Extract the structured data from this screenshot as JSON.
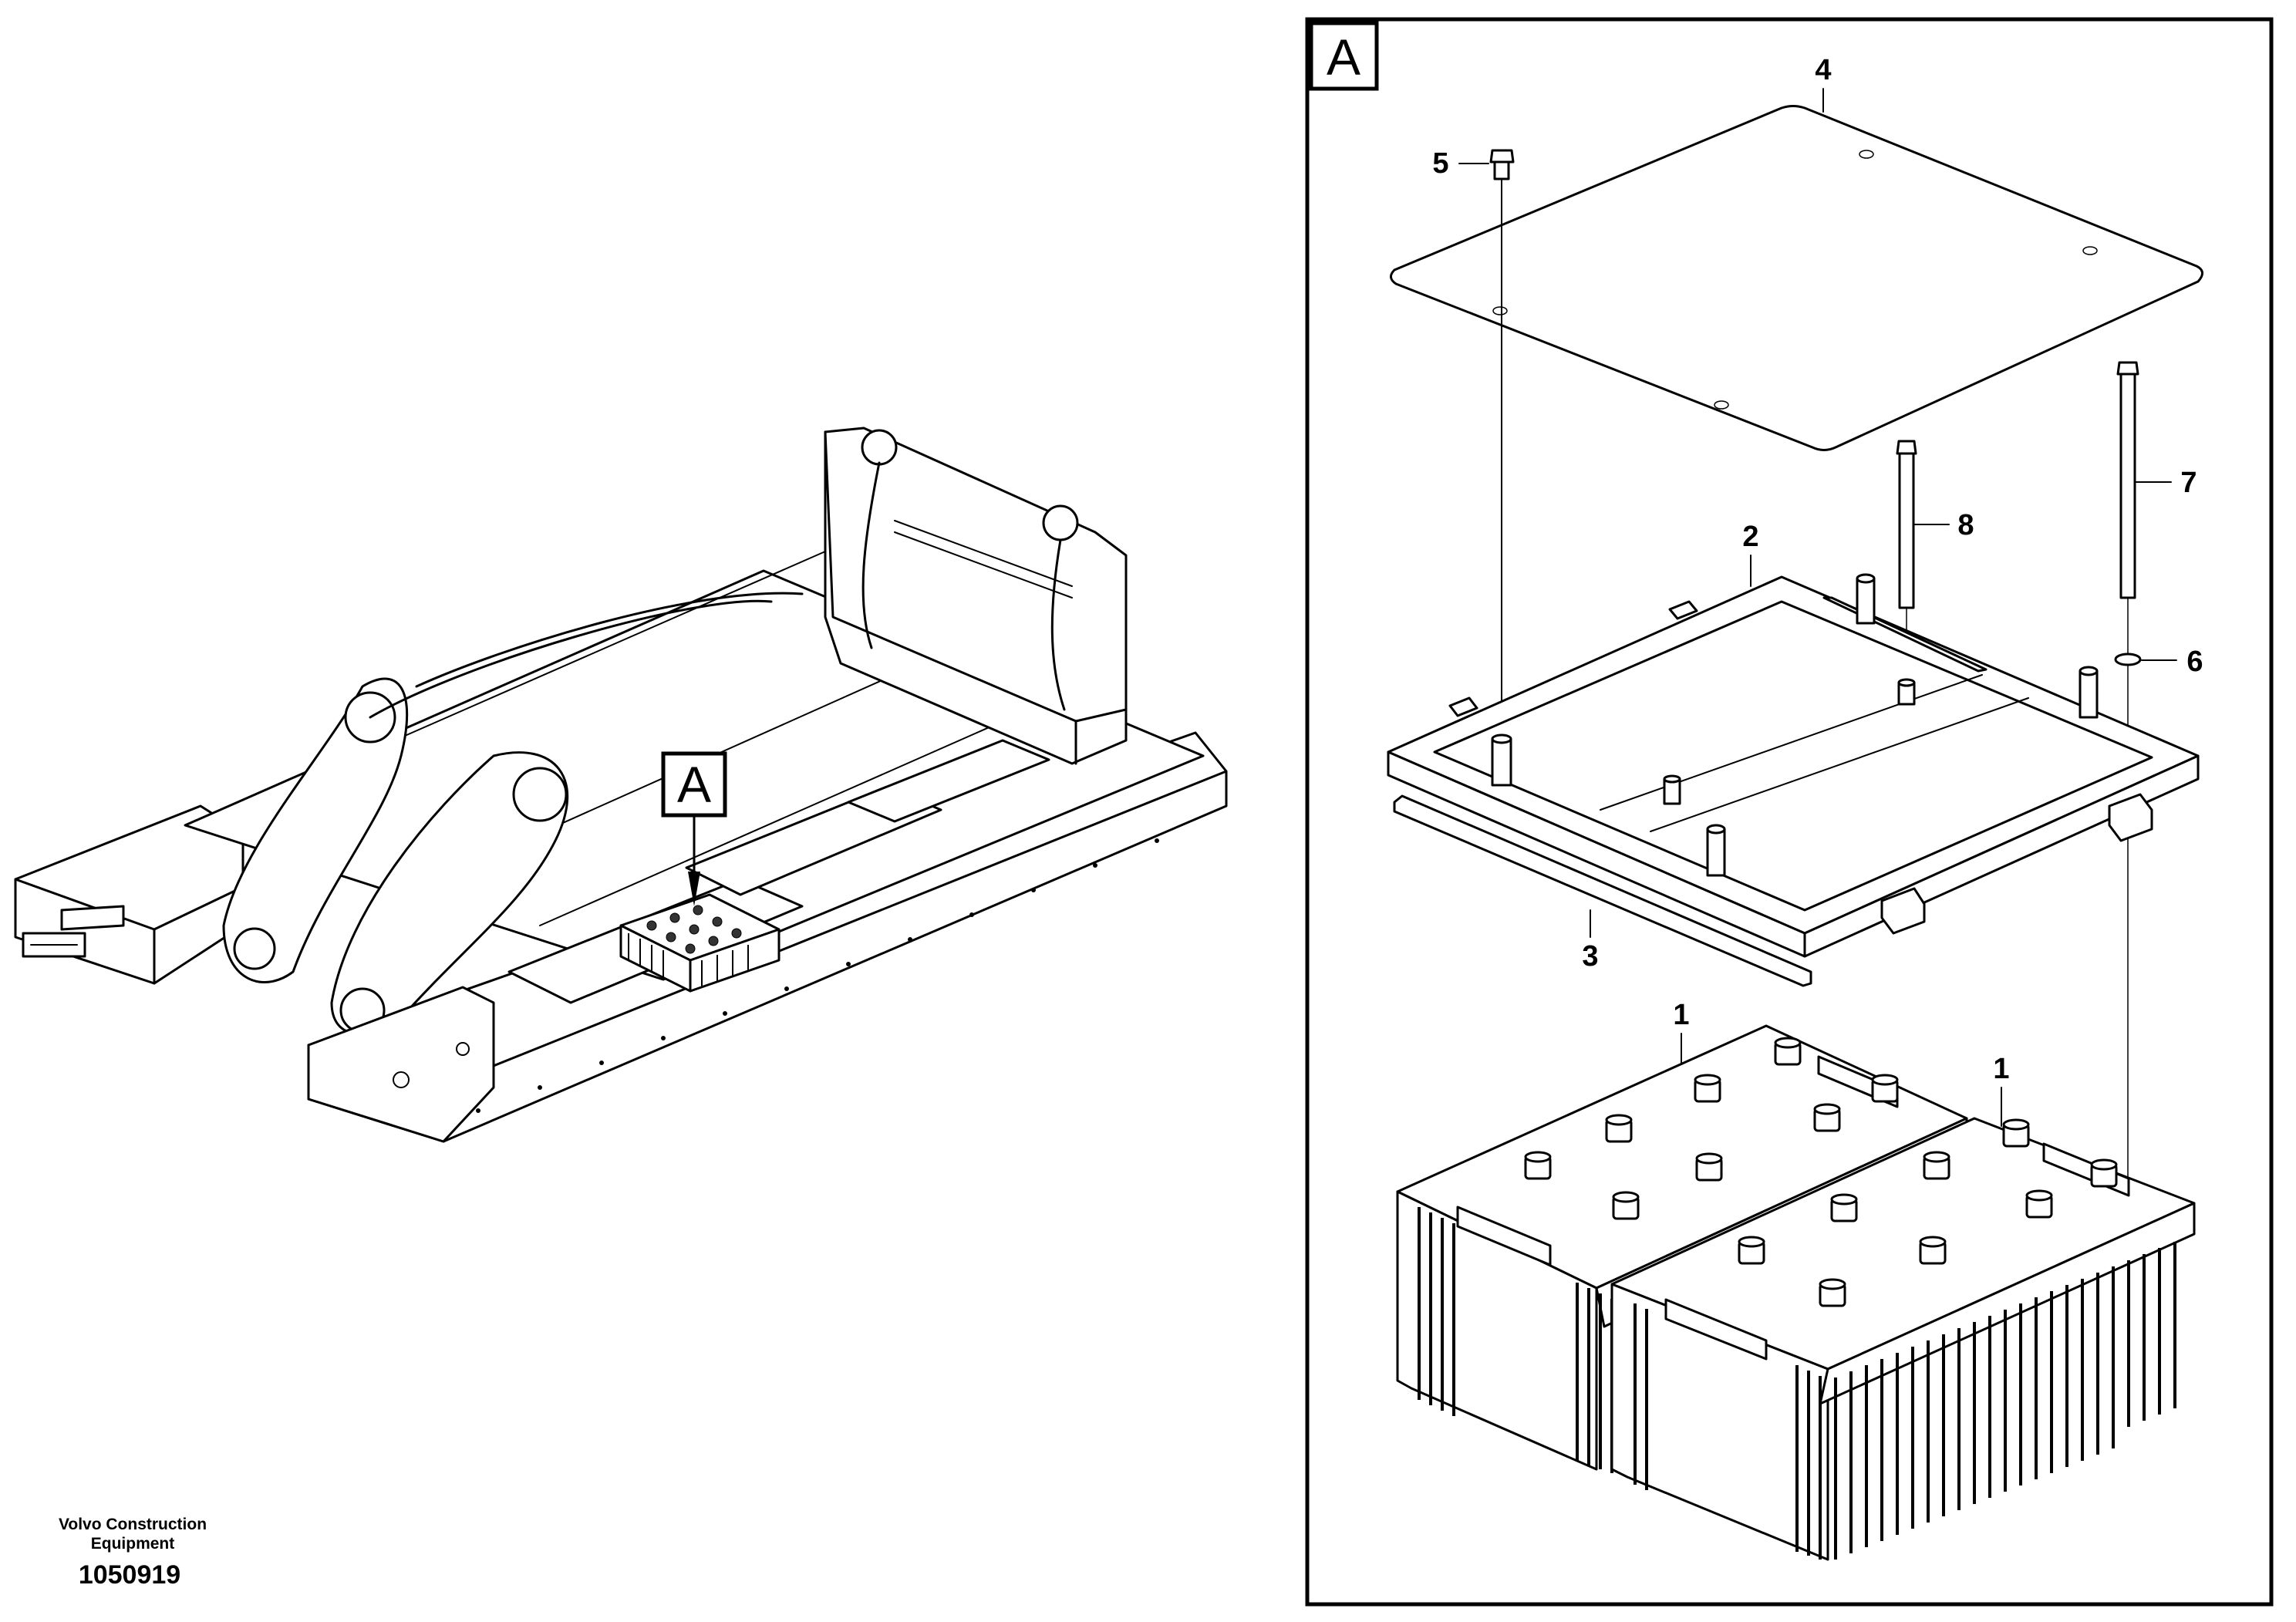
{
  "view_marker": "A",
  "detail_view": {
    "label": "A",
    "callouts": {
      "battery_left": "1",
      "battery_right": "1",
      "frame": "2",
      "strip": "3",
      "cover_plate": "4",
      "screw": "5",
      "washer": "6",
      "long_bolt": "7",
      "bolt": "8"
    }
  },
  "footer": {
    "manufacturer_line1": "Volvo Construction",
    "manufacturer_line2": "Equipment",
    "drawing_number": "1050919"
  }
}
